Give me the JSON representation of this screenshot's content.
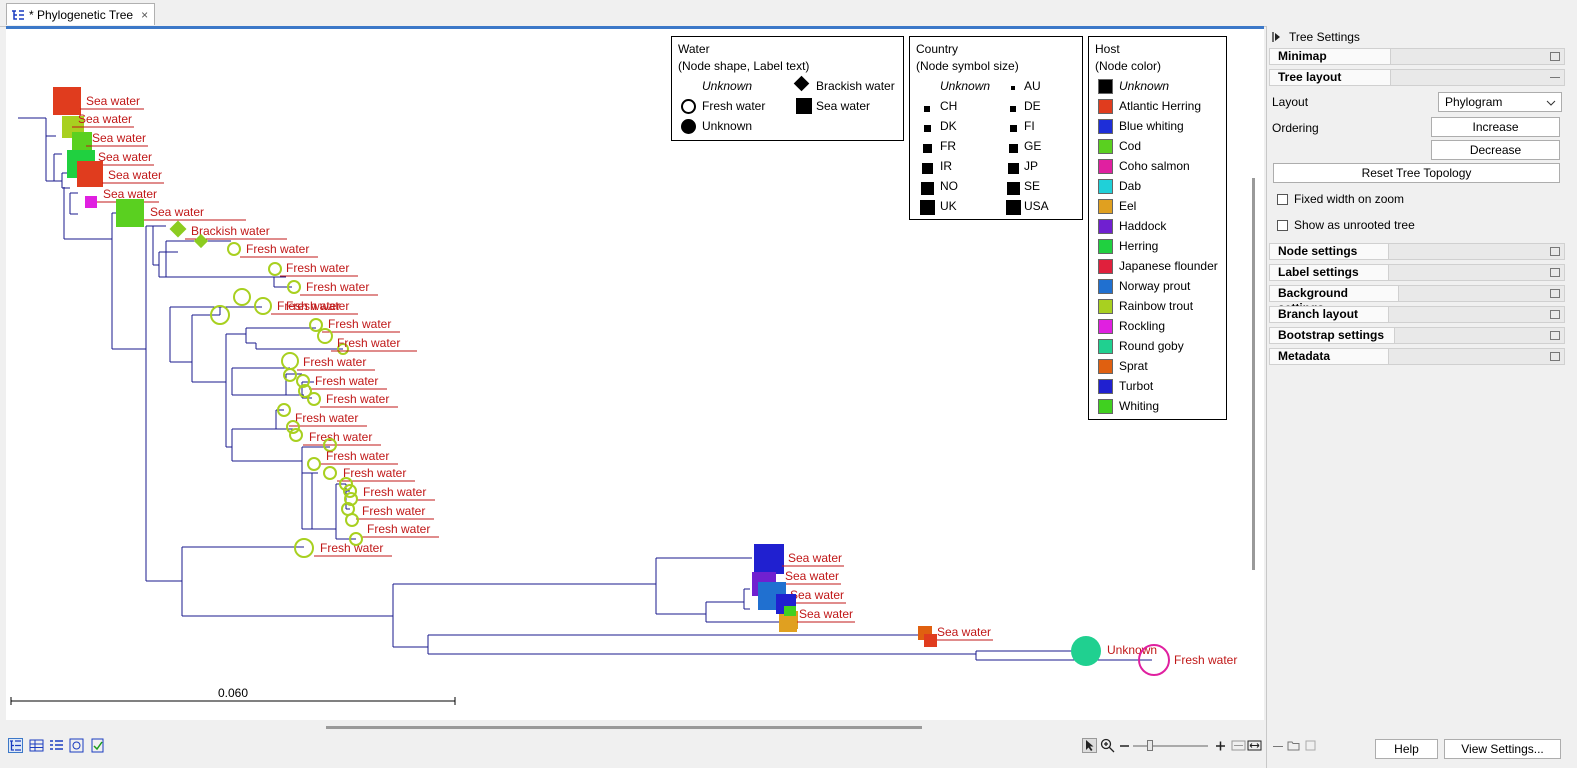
{
  "tab": {
    "title": "* Phylogenetic Tree",
    "close": "×"
  },
  "tree": {
    "scale_label": "0.060",
    "leaves": [
      {
        "label": "Sea water",
        "host": "Atlantic Herring",
        "color": "#e03c1e"
      },
      {
        "label": "Sea water",
        "host": "Rainbow trout",
        "color": "#a8d020"
      },
      {
        "label": "Sea water",
        "host": "Cod",
        "color": "#5ad020"
      },
      {
        "label": "Sea water",
        "host": "Herring",
        "color": "#20d040"
      },
      {
        "label": "Sea water",
        "host": "Atlantic Herring",
        "color": "#e03c1e"
      },
      {
        "label": "Sea water",
        "host": "Rockling",
        "color": "#e020e0"
      },
      {
        "label": "Sea water",
        "host": "Cod",
        "color": "#5ad020"
      },
      {
        "label": "Brackish water",
        "host": "Rainbow trout",
        "color": "#8ccc20"
      },
      {
        "label": "Fresh water",
        "host": "Rainbow trout",
        "color": "#a8d020"
      },
      {
        "label": "Fresh water",
        "host": "Rainbow trout",
        "color": "#a8d020"
      },
      {
        "label": "Fresh water",
        "host": "Rainbow trout",
        "color": "#a8d020"
      },
      {
        "label": "Fresh water",
        "host": "Rainbow trout",
        "color": "#a8d020"
      },
      {
        "label": "Fresh water",
        "host": "Rainbow trout",
        "color": "#a8d020"
      },
      {
        "label": "Fresh water",
        "host": "Rainbow trout",
        "color": "#a8d020"
      },
      {
        "label": "Fresh water",
        "host": "Rainbow trout",
        "color": "#a8d020"
      },
      {
        "label": "Fresh water",
        "host": "Rainbow trout",
        "color": "#a8d020"
      },
      {
        "label": "Fresh water",
        "host": "Rainbow trout",
        "color": "#a8d020"
      },
      {
        "label": "Fresh water",
        "host": "Rainbow trout",
        "color": "#a8d020"
      },
      {
        "label": "Fresh water",
        "host": "Rainbow trout",
        "color": "#a8d020"
      },
      {
        "label": "Fresh water",
        "host": "Rainbow trout",
        "color": "#a8d020"
      },
      {
        "label": "Fresh water",
        "host": "Rainbow trout",
        "color": "#a8d020"
      },
      {
        "label": "Fresh water",
        "host": "Rainbow trout",
        "color": "#a8d020"
      },
      {
        "label": "Fresh water",
        "host": "Rainbow trout",
        "color": "#a8d020"
      },
      {
        "label": "Fresh water",
        "host": "Rainbow trout",
        "color": "#a8d020"
      },
      {
        "label": "Fresh water",
        "host": "Rainbow trout",
        "color": "#a8d020"
      },
      {
        "label": "Fresh water",
        "host": "Rainbow trout",
        "color": "#a8d020"
      },
      {
        "label": "Sea water",
        "host": "Turbot",
        "color": "#2020d0"
      },
      {
        "label": "Sea water",
        "host": "Haddock",
        "color": "#7020d0"
      },
      {
        "label": "Sea water",
        "host": "Norway prout",
        "color": "#2070d0"
      },
      {
        "label": "Sea water",
        "host": "Eel",
        "color": "#e0a020"
      },
      {
        "label": "Sea water",
        "host": "Sprat",
        "color": "#e06010"
      },
      {
        "label": "Unknown",
        "host": "Round goby",
        "color": "#20d090"
      },
      {
        "label": "Fresh water",
        "host": "Coho salmon",
        "color": "#e020a0"
      }
    ]
  },
  "legend_water": {
    "title": "Water",
    "subtitle": "(Node shape, Label text)",
    "items": [
      "Unknown",
      "Brackish water",
      "Fresh water",
      "Sea water",
      "Unknown"
    ]
  },
  "legend_country": {
    "title": "Country",
    "subtitle": "(Node symbol size)",
    "items": [
      "Unknown",
      "AU",
      "CH",
      "DE",
      "DK",
      "FI",
      "FR",
      "GE",
      "IR",
      "JP",
      "NO",
      "SE",
      "UK",
      "USA"
    ]
  },
  "legend_host": {
    "title": "Host",
    "subtitle": "(Node color)",
    "items": [
      {
        "name": "Unknown",
        "color": "#000000"
      },
      {
        "name": "Atlantic Herring",
        "color": "#e03c1e"
      },
      {
        "name": "Blue whiting",
        "color": "#1e2ed8"
      },
      {
        "name": "Cod",
        "color": "#5ad020"
      },
      {
        "name": "Coho salmon",
        "color": "#e020a0"
      },
      {
        "name": "Dab",
        "color": "#20d0d8"
      },
      {
        "name": "Eel",
        "color": "#e0a020"
      },
      {
        "name": "Haddock",
        "color": "#7020d0"
      },
      {
        "name": "Herring",
        "color": "#20d040"
      },
      {
        "name": "Japanese flounder",
        "color": "#e0203c"
      },
      {
        "name": "Norway prout",
        "color": "#2070d0"
      },
      {
        "name": "Rainbow trout",
        "color": "#a8d020"
      },
      {
        "name": "Rockling",
        "color": "#e020e0"
      },
      {
        "name": "Round goby",
        "color": "#20d090"
      },
      {
        "name": "Sprat",
        "color": "#e06010"
      },
      {
        "name": "Turbot",
        "color": "#2020d0"
      },
      {
        "name": "Whiting",
        "color": "#40d020"
      }
    ]
  },
  "panel": {
    "title": "Tree Settings",
    "sections": {
      "minimap": "Minimap",
      "tree_layout": "Tree layout",
      "node_settings": "Node settings",
      "label_settings": "Label settings",
      "background_settings": "Background settings",
      "branch_layout": "Branch layout",
      "bootstrap_settings": "Bootstrap settings",
      "metadata": "Metadata"
    },
    "layout_label": "Layout",
    "layout_value": "Phylogram",
    "ordering_label": "Ordering",
    "increase": "Increase",
    "decrease": "Decrease",
    "reset": "Reset Tree Topology",
    "fixed_width": "Fixed width on zoom",
    "unrooted": "Show as unrooted tree",
    "help": "Help",
    "view_settings": "View Settings..."
  },
  "colors": {
    "accent": "#3c78c8",
    "branch": "#1a1a8c",
    "label_text": "#c01818"
  }
}
